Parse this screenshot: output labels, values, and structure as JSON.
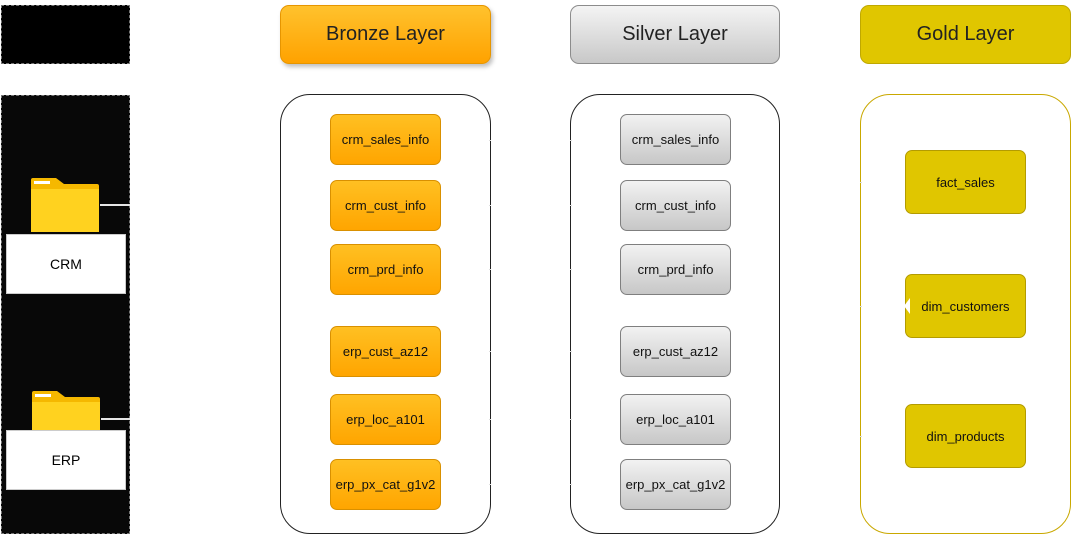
{
  "source": {
    "systems": [
      {
        "label": "CRM",
        "icon": "folder-icon"
      },
      {
        "label": "ERP",
        "icon": "folder-icon"
      }
    ]
  },
  "layers": {
    "bronze": {
      "title": "Bronze Layer",
      "tables": [
        "crm_sales_info",
        "crm_cust_info",
        "crm_prd_info",
        "erp_cust_az12",
        "erp_loc_a101",
        "erp_px_cat_g1v2"
      ],
      "color": "#ffa500"
    },
    "silver": {
      "title": "Silver Layer",
      "tables": [
        "crm_sales_info",
        "crm_cust_info",
        "crm_prd_info",
        "erp_cust_az12",
        "erp_loc_a101",
        "erp_px_cat_g1v2"
      ],
      "color": "#c8c8c8"
    },
    "gold": {
      "title": "Gold Layer",
      "tables": [
        "fact_sales",
        "dim_customers",
        "dim_products"
      ],
      "color": "#e0c600"
    }
  }
}
